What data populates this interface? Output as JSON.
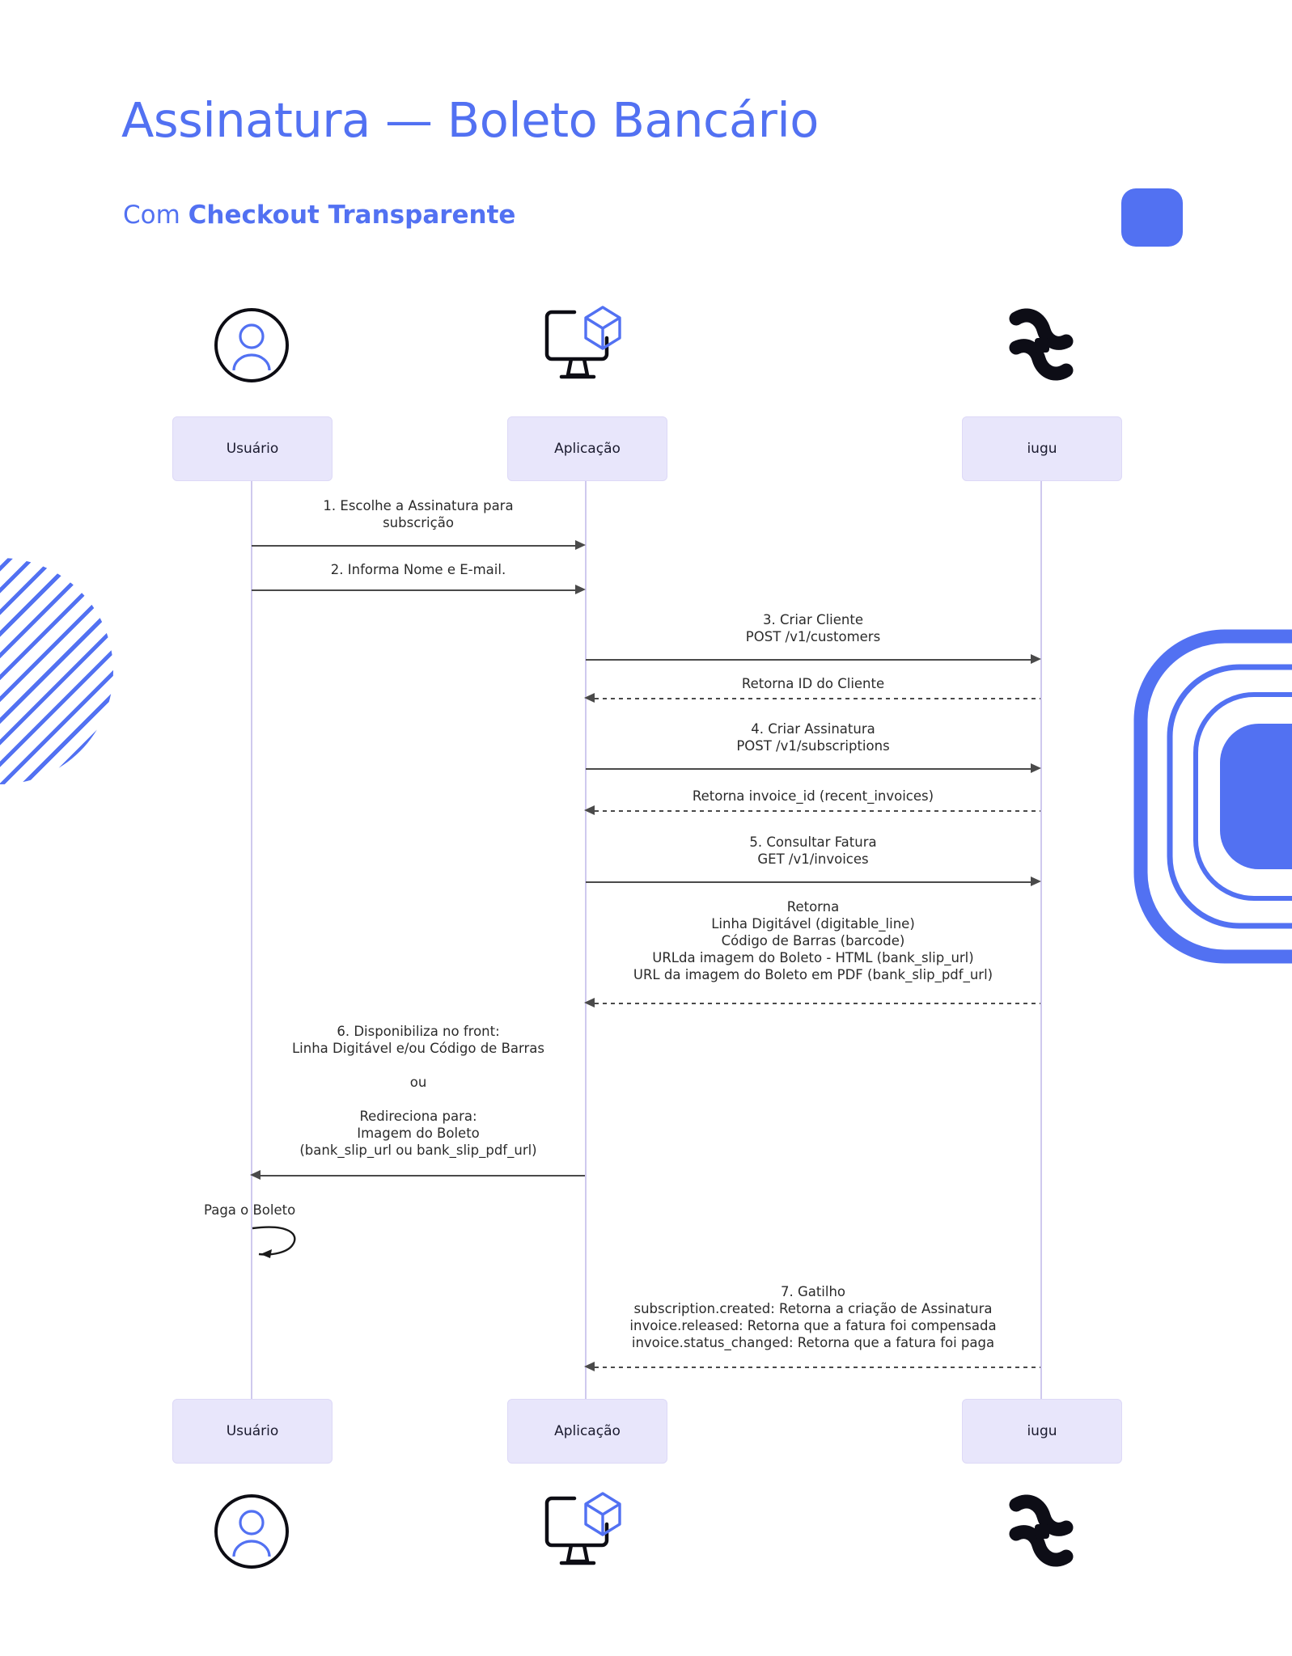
{
  "header": {
    "title": "Assinatura — Boleto Bancário",
    "subtitle_prefix": "Com ",
    "subtitle_strong": "Checkout Transparente",
    "accent_color": "#5271f2"
  },
  "diagram": {
    "type": "sequence-diagram",
    "actors": [
      {
        "id": "usuario",
        "label": "Usuário",
        "icon": "user-avatar-icon"
      },
      {
        "id": "aplicacao",
        "label": "Aplicação",
        "icon": "monitor-cube-icon"
      },
      {
        "id": "iugu",
        "label": "iugu",
        "icon": "iugu-logo-icon"
      }
    ],
    "colors": {
      "actor_box_fill": "#e8e6fb",
      "actor_box_border": "#ddd9f7",
      "lifeline": "#cfc9ee",
      "arrow": "#4a4a4a",
      "text": "#2b2b2b"
    },
    "messages": [
      {
        "index": 1,
        "from": "usuario",
        "to": "aplicacao",
        "style": "solid",
        "direction": "right",
        "label": "1. Escolhe a Assinatura para\nsubscrição"
      },
      {
        "index": 2,
        "from": "usuario",
        "to": "aplicacao",
        "style": "solid",
        "direction": "right",
        "label": "2. Informa Nome e E-mail."
      },
      {
        "index": 3,
        "from": "aplicacao",
        "to": "iugu",
        "style": "solid",
        "direction": "right",
        "label": "3. Criar Cliente\nPOST /v1/customers"
      },
      {
        "index": 4,
        "from": "iugu",
        "to": "aplicacao",
        "style": "dashed",
        "direction": "left",
        "label": "Retorna ID do Cliente"
      },
      {
        "index": 5,
        "from": "aplicacao",
        "to": "iugu",
        "style": "solid",
        "direction": "right",
        "label": "4. Criar Assinatura\nPOST /v1/subscriptions"
      },
      {
        "index": 6,
        "from": "iugu",
        "to": "aplicacao",
        "style": "dashed",
        "direction": "left",
        "label": "Retorna invoice_id (recent_invoices)"
      },
      {
        "index": 7,
        "from": "aplicacao",
        "to": "iugu",
        "style": "solid",
        "direction": "right",
        "label": "5. Consultar Fatura\nGET /v1/invoices"
      },
      {
        "index": 8,
        "from": "iugu",
        "to": "aplicacao",
        "style": "dashed",
        "direction": "left",
        "label": "Retorna\nLinha Digitável (digitable_line)\nCódigo de Barras (barcode)\nURLda imagem do Boleto - HTML (bank_slip_url)\nURL da imagem do Boleto em PDF (bank_slip_pdf_url)"
      },
      {
        "index": 9,
        "from": "aplicacao",
        "to": "usuario",
        "style": "solid",
        "direction": "left",
        "label": "6. Disponibiliza no front:\nLinha Digitável e/ou Código de Barras\n\nou\n\nRedireciona para:\nImagem do Boleto\n(bank_slip_url ou bank_slip_pdf_url)"
      },
      {
        "index": 10,
        "from": "usuario",
        "to": "usuario",
        "style": "self",
        "direction": "left",
        "label": "Paga o Boleto"
      },
      {
        "index": 11,
        "from": "iugu",
        "to": "aplicacao",
        "style": "dashed",
        "direction": "left",
        "label": "7. Gatilho\nsubscription.created: Retorna a criação de Assinatura\ninvoice.released: Retorna que a fatura foi compensada\ninvoice.status_changed: Retorna que a fatura foi paga"
      }
    ]
  }
}
